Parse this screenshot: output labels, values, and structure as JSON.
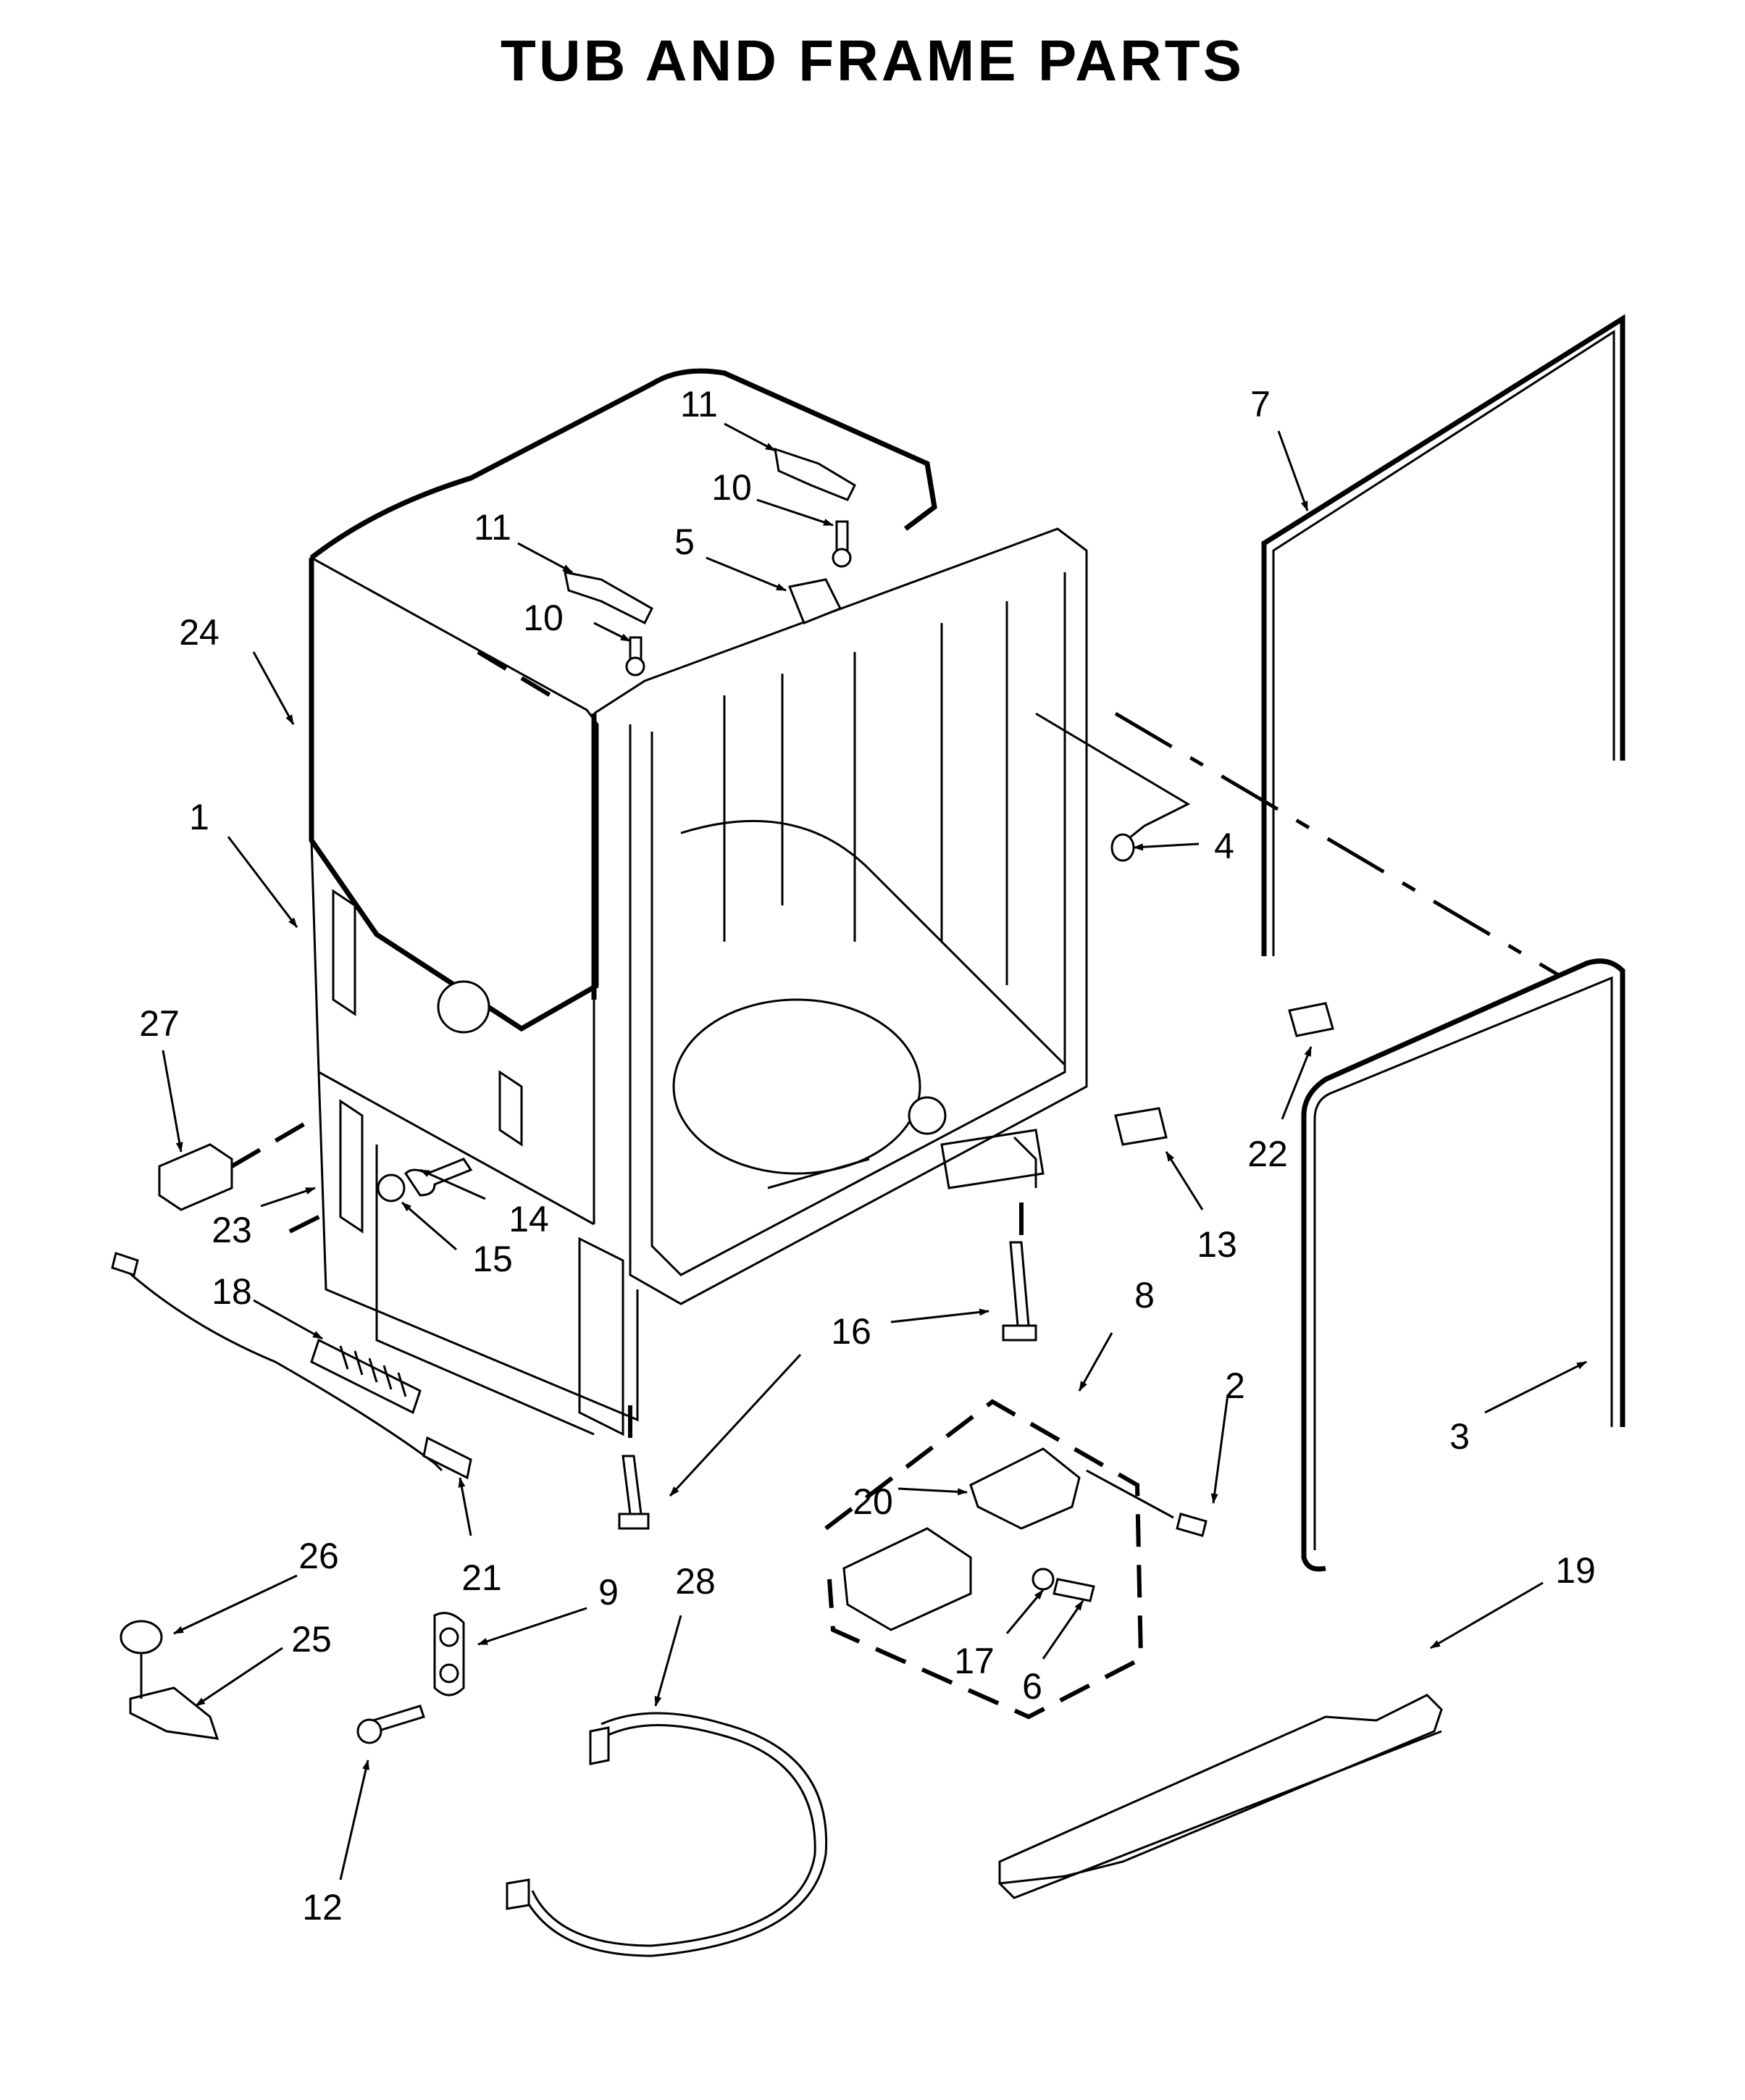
{
  "title": "TUB AND FRAME PARTS",
  "callouts": [
    {
      "id": "c1",
      "text": "1"
    },
    {
      "id": "c2",
      "text": "2"
    },
    {
      "id": "c3",
      "text": "3"
    },
    {
      "id": "c4",
      "text": "4"
    },
    {
      "id": "c5",
      "text": "5"
    },
    {
      "id": "c6",
      "text": "6"
    },
    {
      "id": "c7",
      "text": "7"
    },
    {
      "id": "c8",
      "text": "8"
    },
    {
      "id": "c9",
      "text": "9"
    },
    {
      "id": "c10a",
      "text": "10"
    },
    {
      "id": "c10b",
      "text": "10"
    },
    {
      "id": "c11a",
      "text": "11"
    },
    {
      "id": "c11b",
      "text": "11"
    },
    {
      "id": "c12",
      "text": "12"
    },
    {
      "id": "c13",
      "text": "13"
    },
    {
      "id": "c14",
      "text": "14"
    },
    {
      "id": "c15",
      "text": "15"
    },
    {
      "id": "c16",
      "text": "16"
    },
    {
      "id": "c17",
      "text": "17"
    },
    {
      "id": "c18",
      "text": "18"
    },
    {
      "id": "c19",
      "text": "19"
    },
    {
      "id": "c20",
      "text": "20"
    },
    {
      "id": "c21",
      "text": "21"
    },
    {
      "id": "c22",
      "text": "22"
    },
    {
      "id": "c23",
      "text": "23"
    },
    {
      "id": "c24",
      "text": "24"
    },
    {
      "id": "c25",
      "text": "25"
    },
    {
      "id": "c26",
      "text": "26"
    },
    {
      "id": "c27",
      "text": "27"
    },
    {
      "id": "c28",
      "text": "28"
    }
  ]
}
